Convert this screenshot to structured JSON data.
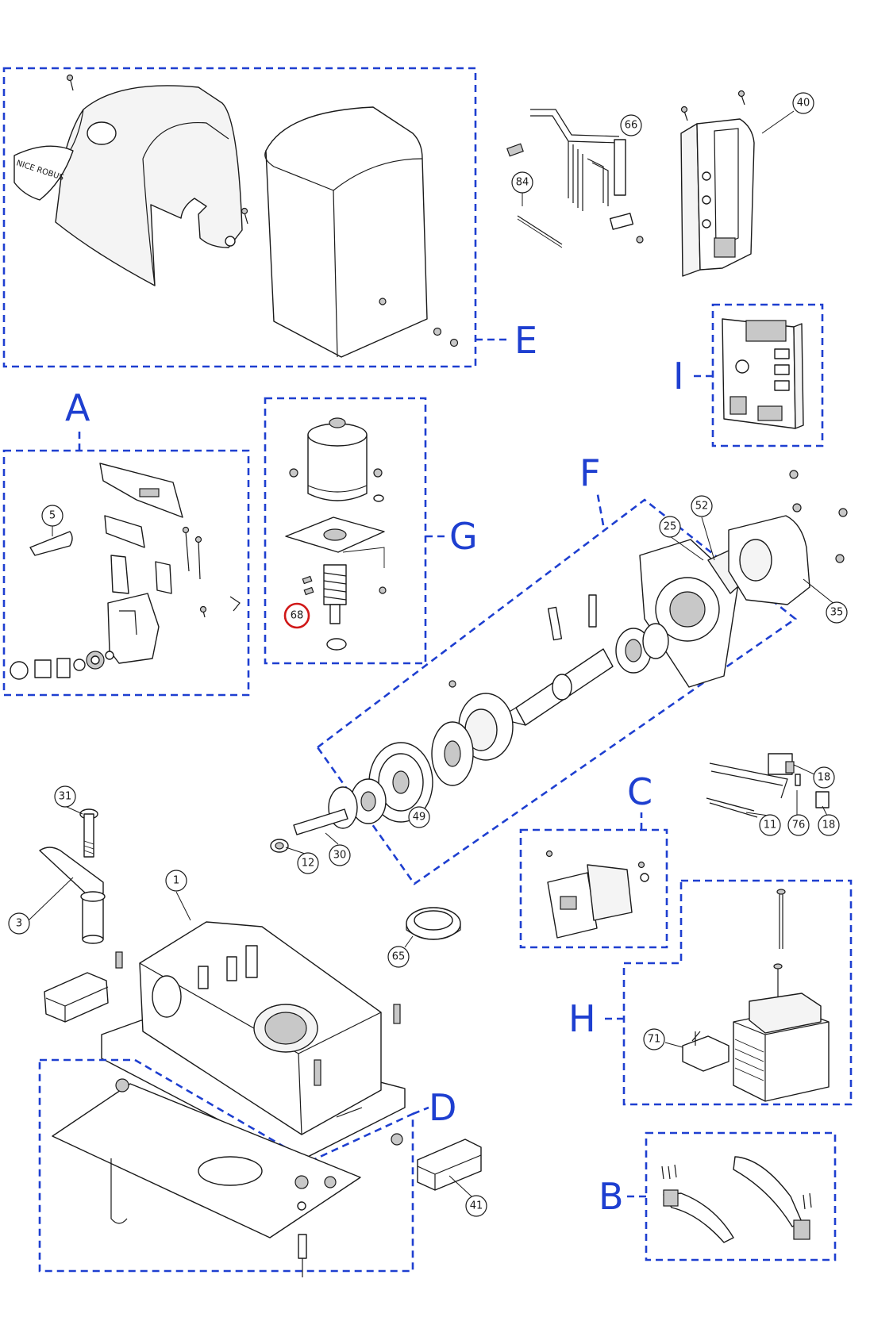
{
  "colors": {
    "group_outline": "#1e3fd0",
    "highlight": "#d01818",
    "line_art": "#1a1a1a"
  },
  "groups": [
    "E",
    "I",
    "A",
    "G",
    "F",
    "C",
    "H",
    "D",
    "B"
  ],
  "callouts": [
    "84",
    "66",
    "40",
    "5",
    "68",
    "52",
    "25",
    "35",
    "18",
    "18",
    "11",
    "76",
    "49",
    "12",
    "30",
    "31",
    "3",
    "1",
    "65",
    "71",
    "41"
  ],
  "highlighted_callout": "68",
  "cover_logo": "NICE ROBUS"
}
